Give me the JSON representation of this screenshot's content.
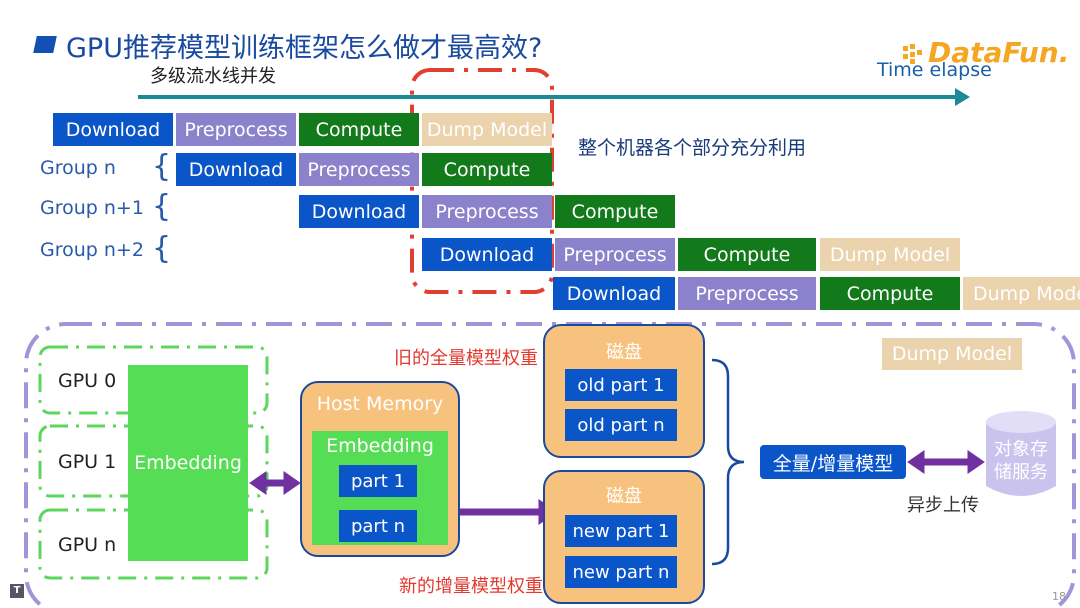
{
  "title": "GPU推荐模型训练框架怎么做才最高效?",
  "subtitle": "多级流水线并发",
  "time_label": "Time elapse",
  "logo": "DataFun.",
  "utilization_note": "整个机器各个部分充分利用",
  "pipeline": {
    "row0": [
      "Download",
      "Preprocess",
      "Compute",
      "Dump Model"
    ],
    "row1": [
      "Download",
      "Preprocess",
      "Compute"
    ],
    "row2": [
      "Download",
      "Preprocess",
      "Compute"
    ],
    "row3": [
      "Download",
      "Preprocess",
      "Compute",
      "Dump Model"
    ],
    "row4": [
      "Download",
      "Preprocess",
      "Compute",
      "Dump Model"
    ]
  },
  "groups": [
    "Group n",
    "Group n+1",
    "Group n+2"
  ],
  "gpus": [
    "GPU 0",
    "GPU 1",
    "GPU n"
  ],
  "embedding_label": "Embedding",
  "host_memory": {
    "title": "Host Memory",
    "embedding": "Embedding",
    "parts": [
      "part 1",
      "part n"
    ]
  },
  "old_weights_label": "旧的全量模型权重",
  "new_weights_label": "新的增量模型权重",
  "disk_old": {
    "title": "磁盘",
    "parts": [
      "old part 1",
      "old part n"
    ]
  },
  "disk_new": {
    "title": "磁盘",
    "parts": [
      "new part 1",
      "new part n"
    ]
  },
  "dump_model_label": "Dump Model",
  "model_label": "全量/增量模型",
  "storage_label": "对象存储服务",
  "async_upload_label": "异步上传",
  "page_number": "18",
  "colors": {
    "download": "#0a55c8",
    "preprocess": "#8c82cc",
    "compute": "#137a1b",
    "dump": "#ead3ad",
    "arrow": "#7030a0",
    "accent_red": "#e23a2c"
  }
}
